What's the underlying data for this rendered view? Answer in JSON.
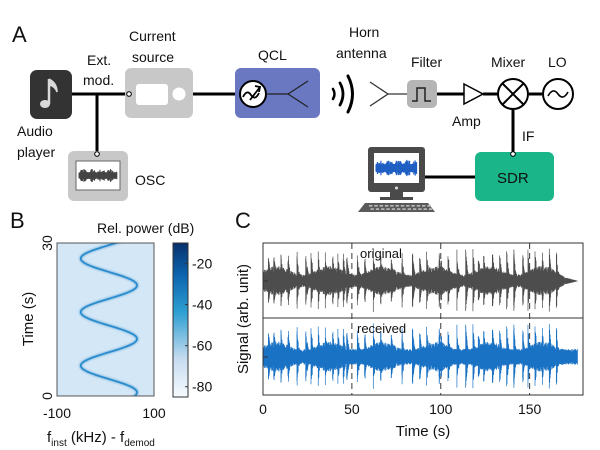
{
  "panel_a": {
    "label": "A",
    "audio_player": {
      "label_line1": "Audio",
      "label_line2": "player"
    },
    "ext_mod": {
      "label_line1": "Ext.",
      "label_line2": "mod."
    },
    "current_source": {
      "label_line1": "Current",
      "label_line2": "source"
    },
    "osc": {
      "label": "OSC"
    },
    "qcl": {
      "label": "QCL"
    },
    "horn_antenna": {
      "label_line1": "Horn",
      "label_line2": "antenna"
    },
    "filter": {
      "label": "Filter"
    },
    "amp": {
      "label": "Amp"
    },
    "mixer": {
      "label": "Mixer"
    },
    "lo": {
      "label": "LO"
    },
    "if": {
      "label": "IF"
    },
    "sdr": {
      "label": "SDR"
    },
    "colors": {
      "audio_player": "#333333",
      "current_source": "#c8c8c8",
      "osc": "#c8c8c8",
      "qcl": "#6a78c2",
      "filter": "#b5b5b5",
      "sdr": "#1ab588",
      "computer": "#4a4a4a",
      "waveform_blue": "#1f5fc4"
    }
  },
  "chart_data": [
    {
      "panel": "B",
      "type": "heatmap",
      "title": "",
      "colorbar_label": "Rel. power (dB)",
      "colorbar_ticks": [
        "-20",
        "-40",
        "-60",
        "-80"
      ],
      "colorbar_range": [
        -85,
        -10
      ],
      "xlabel_main": "f",
      "xlabel_sub1": "inst",
      "xlabel_mid": " (kHz) - f",
      "xlabel_sub2": "demod",
      "ylabel": "Time (s)",
      "xticks": [
        "-100",
        "100"
      ],
      "yticks": [
        "0",
        "30"
      ],
      "xlim": [
        -100,
        100
      ],
      "ylim": [
        0,
        30
      ],
      "background_level_db": -62,
      "trace": {
        "description": "sinusoidal instantaneous frequency sweep",
        "center_khz": 7,
        "amplitude_khz": 58,
        "period_s": 10.5,
        "start_phase_khz_at_t0": 60,
        "peak_level_db": -35
      }
    },
    {
      "panel": "C",
      "type": "line",
      "xlabel": "Time (s)",
      "ylabel": "Signal (arb. unit)",
      "xticks": [
        "0",
        "50",
        "100",
        "150"
      ],
      "xlim": [
        0,
        180
      ],
      "series": [
        {
          "name": "original",
          "color": "#4d4d4d",
          "duration_s": 177
        },
        {
          "name": "received",
          "color": "#1a72c4",
          "duration_s": 177
        }
      ]
    }
  ]
}
